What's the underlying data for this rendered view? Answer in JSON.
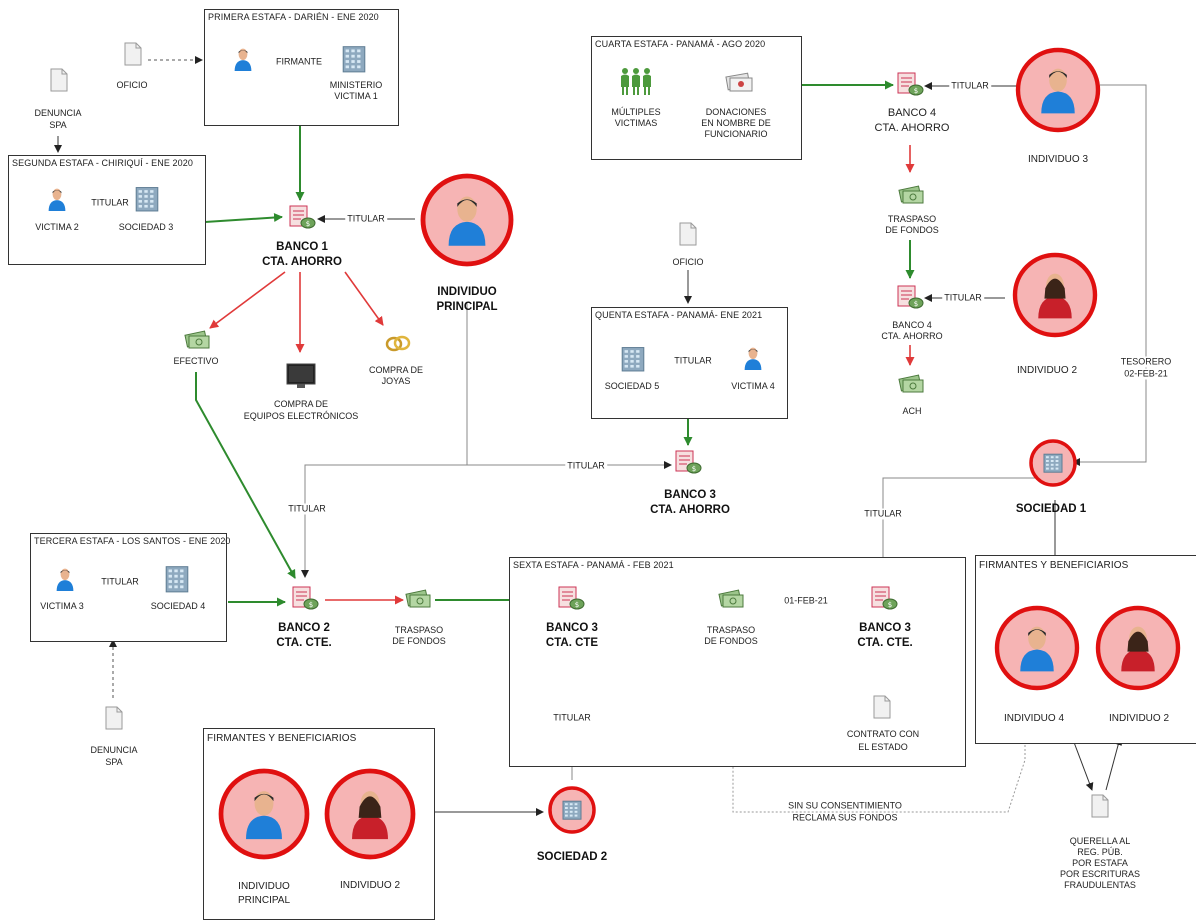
{
  "boxes": {
    "primera": "PRIMERA ESTAFA - DARIÉN - ENE 2020",
    "segunda": "SEGUNDA ESTAFA - CHIRIQUÍ - ENE 2020",
    "cuarta": "CUARTA ESTAFA - PANAMÁ - AGO 2020",
    "quinta": "QUENTA ESTAFA - PANAMÁ- ENE 2021",
    "tercera": "TERCERA ESTAFA - LOS SANTOS - ENE 2020",
    "sexta": "SEXTA ESTAFA - PANAMÁ - FEB 2021",
    "firmantes_right": "FIRMANTES Y BENEFICIARIOS",
    "firmantes_bottom": "FIRMANTES Y BENEFICIARIOS"
  },
  "nodes": {
    "oficio_top": "OFICIO",
    "denuncia_top_1": "DENUNCIA",
    "denuncia_top_2": "SPA",
    "firmante_edge": "FIRMANTE",
    "ministerio_1": "MINISTERIO",
    "ministerio_2": "VICTIMA 1",
    "victima2": "VICTIMA 2",
    "sociedad3": "SOCIEDAD 3",
    "banco1_1": "BANCO 1",
    "banco1_2": "CTA. AHORRO",
    "individuo_principal_1": "INDIVIDUO",
    "individuo_principal_2": "PRINCIPAL",
    "efectivo": "EFECTIVO",
    "equipos_1": "COMPRA DE",
    "equipos_2": "EQUIPOS ELECTRÓNICOS",
    "joyas_1": "COMPRA DE",
    "joyas_2": "JOYAS",
    "multiples_1": "MÚLTIPLES",
    "multiples_2": "VICTIMAS",
    "donaciones_1": "DONACIONES",
    "donaciones_2": "EN NOMBRE DE",
    "donaciones_3": "FUNCIONARIO",
    "banco4a_1": "BANCO 4",
    "banco4a_2": "CTA. AHORRO",
    "individuo3": "INDIVIDUO 3",
    "traspaso4_1": "TRASPASO",
    "traspaso4_2": "DE FONDOS",
    "banco4b_1": "BANCO 4",
    "banco4b_2": "CTA. AHORRO",
    "individuo2_right": "INDIVIDUO 2",
    "ach": "ACH",
    "tesorero_1": "TESORERO",
    "tesorero_2": "02-FEB-21",
    "oficio_mid": "OFICIO",
    "sociedad5": "SOCIEDAD 5",
    "victima4": "VICTIMA 4",
    "banco3a_1": "BANCO 3",
    "banco3a_2": "CTA. AHORRO",
    "sociedad1": "SOCIEDAD 1",
    "victima3": "VICTIMA 3",
    "sociedad4": "SOCIEDAD 4",
    "banco2_1": "BANCO 2",
    "banco2_2": "CTA. CTE.",
    "traspaso2_1": "TRASPASO",
    "traspaso2_2": "DE FONDOS",
    "banco3b_1": "BANCO 3",
    "banco3b_2": "CTA. CTE",
    "traspaso3_1": "TRASPASO",
    "traspaso3_2": "DE FONDOS",
    "banco3c_1": "BANCO 3",
    "banco3c_2": "CTA. CTE.",
    "contrato_1": "CONTRATO CON",
    "contrato_2": "EL ESTADO",
    "individuo4": "INDIVIDUO 4",
    "individuo2_box": "INDIVIDUO 2",
    "denuncia_bottom_1": "DENUNCIA",
    "denuncia_bottom_2": "SPA",
    "ip_bottom_1": "INDIVIDUO",
    "ip_bottom_2": "PRINCIPAL",
    "individuo2_bottom": "INDIVIDUO 2",
    "sociedad2": "SOCIEDAD 2",
    "querella_1": "QUERELLA AL",
    "querella_2": "REG. PÚB.",
    "querella_3": "POR ESTAFA",
    "querella_4": "POR ESCRITURAS",
    "querella_5": "FRAUDULENTAS"
  },
  "edges": {
    "titular": "TITULAR",
    "fecha_01feb": "01-FEB-21",
    "sin_consentimiento_1": "SIN SU CONSENTIMIENTO",
    "sin_consentimiento_2": "RECLAMA SUS FONDOS"
  },
  "colors": {
    "green_flow": "#2e8b2e",
    "red_flow": "#e03a3a",
    "person_ring": "#e01010",
    "person_fill": "#f6b4b4",
    "line_gray": "#555555",
    "shirt_blue": "#1f7fd8",
    "shirt_red": "#c8202a"
  }
}
